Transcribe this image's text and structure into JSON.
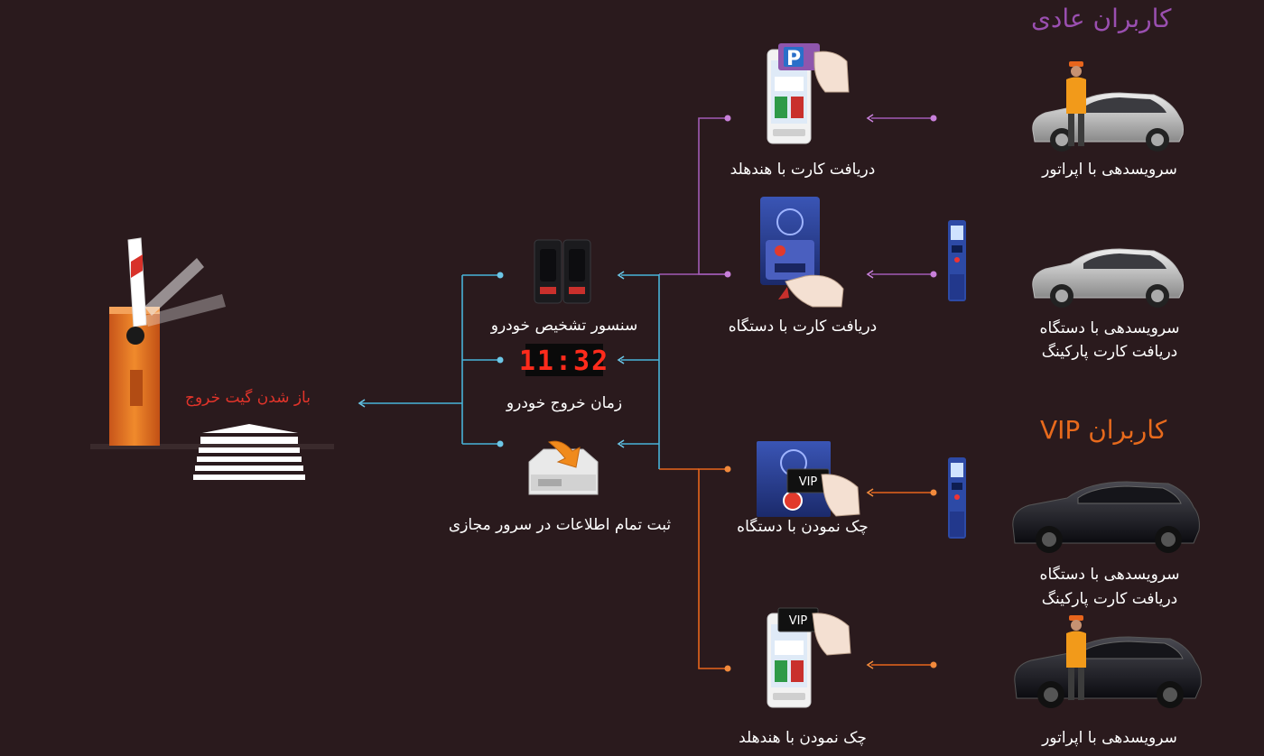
{
  "headers": {
    "normal_users": "کاربران عادی",
    "vip_users": "کاربران VIP"
  },
  "user_services": {
    "normal_operator": "سرویسدهی با اپراتور",
    "normal_device_line1": "سرویسدهی با دستگاه",
    "normal_device_line2": "دریافت کارت پارکینگ",
    "vip_device_line1": "سرویسدهی با دستگاه",
    "vip_device_line2": "دریافت کارت پارکینگ",
    "vip_operator": "سرویسدهی با اپراتور"
  },
  "card_steps": {
    "handheld_receive": "دریافت کارت با هندهلد",
    "device_receive": "دریافت کارت با دستگاه",
    "device_check": "چک نمودن با دستگاه",
    "handheld_check": "چک نمودن با هندهلد"
  },
  "processing": {
    "sensor": "سنسور تشخیص خودرو",
    "exit_time": "زمان خروج خودرو",
    "server": "ثبت تمام اطلاعات در سرور مجازی"
  },
  "gate": {
    "label": "باز شدن گیت خروج"
  },
  "badges": {
    "parking_p": "P",
    "vip_card_1": "VIP",
    "vip_card_2": "VIP"
  },
  "clock": {
    "display": "11:32"
  },
  "colors": {
    "background": "#2a1a1d",
    "normal_line": "#a15bb5",
    "vip_line": "#e8651c",
    "process_line": "#48b3d9",
    "gate_orange": "#e06a1f",
    "gate_label": "#e2342a"
  },
  "icons": [
    "car-icon",
    "operator-icon",
    "parking-kiosk-icon",
    "handheld-device-icon",
    "card-reader-icon",
    "hand-card-icon",
    "vehicle-sensor-icon",
    "digital-clock-icon",
    "server-inbox-icon",
    "barrier-gate-icon",
    "forward-arrow-icon"
  ]
}
